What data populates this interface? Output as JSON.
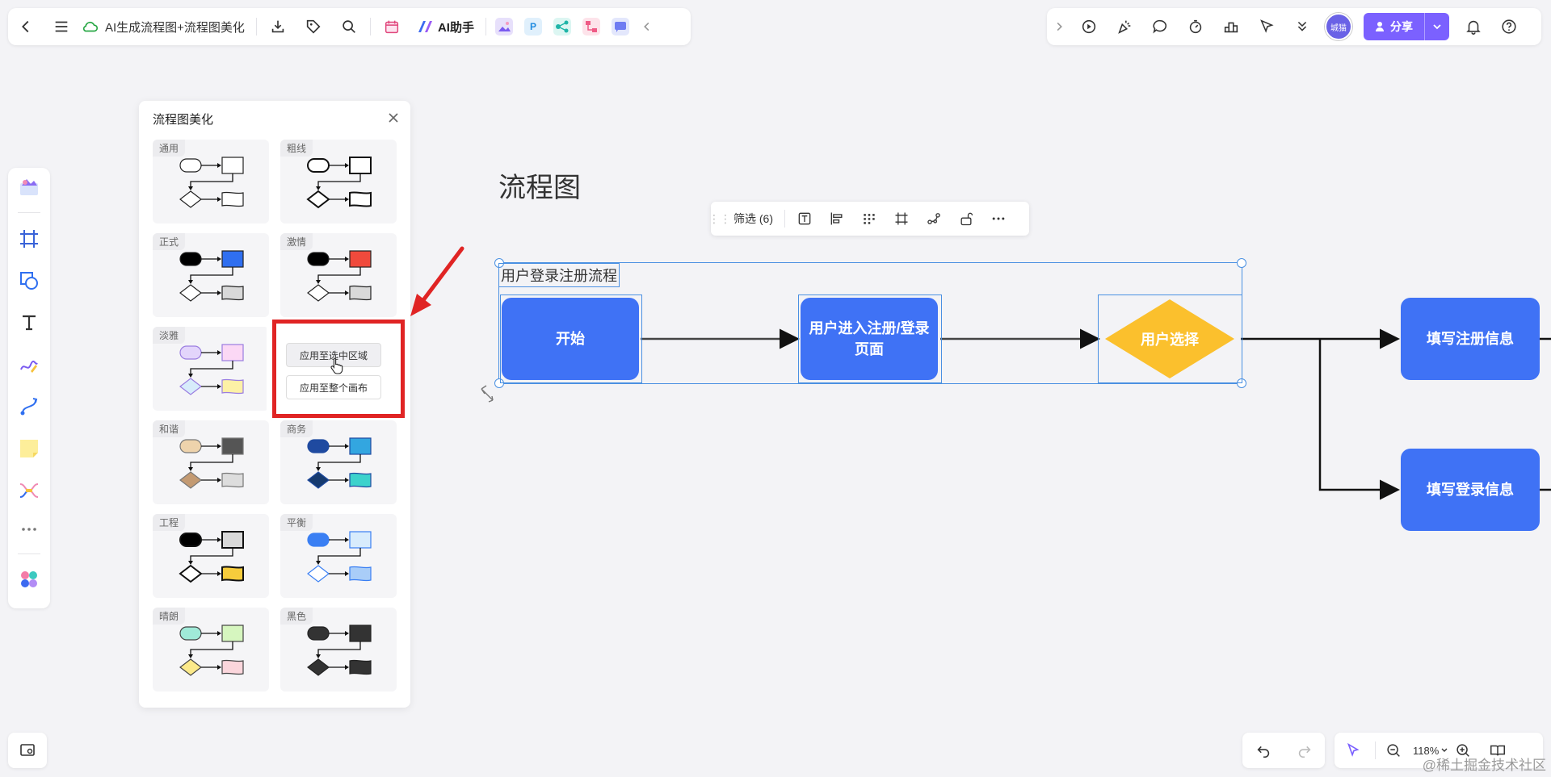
{
  "toolbar": {
    "doc_title": "AI生成流程图+流程图美化",
    "ai_label": "AI助手",
    "mini_app_p": "P",
    "avatar_text": "城猫",
    "share_label": "分享"
  },
  "panel": {
    "title": "流程图美化",
    "styles": [
      {
        "label": "通用",
        "fill_a": "#ffffff",
        "fill_b": "#ffffff",
        "fill_c": "#ffffff",
        "fill_d": "#ffffff",
        "stroke": "#222222"
      },
      {
        "label": "粗线",
        "fill_a": "#ffffff",
        "fill_b": "#ffffff",
        "fill_c": "#ffffff",
        "fill_d": "#ffffff",
        "stroke": "#111111"
      },
      {
        "label": "正式",
        "fill_a": "#000000",
        "fill_b": "#2f6ff0",
        "fill_c": "#ffffff",
        "fill_d": "#d9d9d9",
        "stroke": "#222222"
      },
      {
        "label": "激情",
        "fill_a": "#000000",
        "fill_b": "#f04a3c",
        "fill_c": "#ffffff",
        "fill_d": "#d9d9d9",
        "stroke": "#222222"
      },
      {
        "label": "淡雅",
        "fill_a": "#e3d5fb",
        "fill_b": "#fbd8f5",
        "fill_c": "#d7ecfb",
        "fill_d": "#fdf1a6",
        "stroke": "#9a7de0"
      },
      {
        "label": "和谐",
        "fill_a": "#eed3ac",
        "fill_b": "#555555",
        "fill_c": "#c39a72",
        "fill_d": "#dddddd",
        "stroke": "#777777"
      },
      {
        "label": "商务",
        "fill_a": "#1f4aa0",
        "fill_b": "#33a6e0",
        "fill_c": "#163a6f",
        "fill_d": "#3cd2cc",
        "stroke": "#1f4aa0"
      },
      {
        "label": "工程",
        "fill_a": "#000000",
        "fill_b": "#d9d9d9",
        "fill_c": "#ffffff",
        "fill_d": "#f6cc3c",
        "stroke": "#111111"
      },
      {
        "label": "平衡",
        "fill_a": "#3a7ff3",
        "fill_b": "#d8ecfc",
        "fill_c": "#ffffff",
        "fill_d": "#a9cdf8",
        "stroke": "#3a7ff3"
      },
      {
        "label": "晴朗",
        "fill_a": "#a0ead8",
        "fill_b": "#d6f6bf",
        "fill_c": "#fbe98a",
        "fill_d": "#fbd6dc",
        "stroke": "#444444"
      },
      {
        "label": "黑色",
        "fill_a": "#333333",
        "fill_b": "#333333",
        "fill_c": "#333333",
        "fill_d": "#333333",
        "stroke": "#222222"
      }
    ],
    "apply_selected": "应用至选中区域",
    "apply_canvas": "应用至整个画布"
  },
  "canvas": {
    "title": "流程图",
    "filter_label": "筛选 (6)",
    "flow_label": "用户登录注册流程",
    "nodes": {
      "start": "开始",
      "enter": "用户进入注册/登录页面",
      "choice": "用户选择",
      "register": "填写注册信息",
      "login": "填写登录信息"
    },
    "node_color": "#3f72f5",
    "decision_color": "#fbc02d"
  },
  "zoom": {
    "level": "118%"
  },
  "watermark": "@稀土掘金技术社区",
  "colors": {
    "accent": "#7b61ff",
    "highlight": "#e02424",
    "selection": "#4a90e2"
  }
}
